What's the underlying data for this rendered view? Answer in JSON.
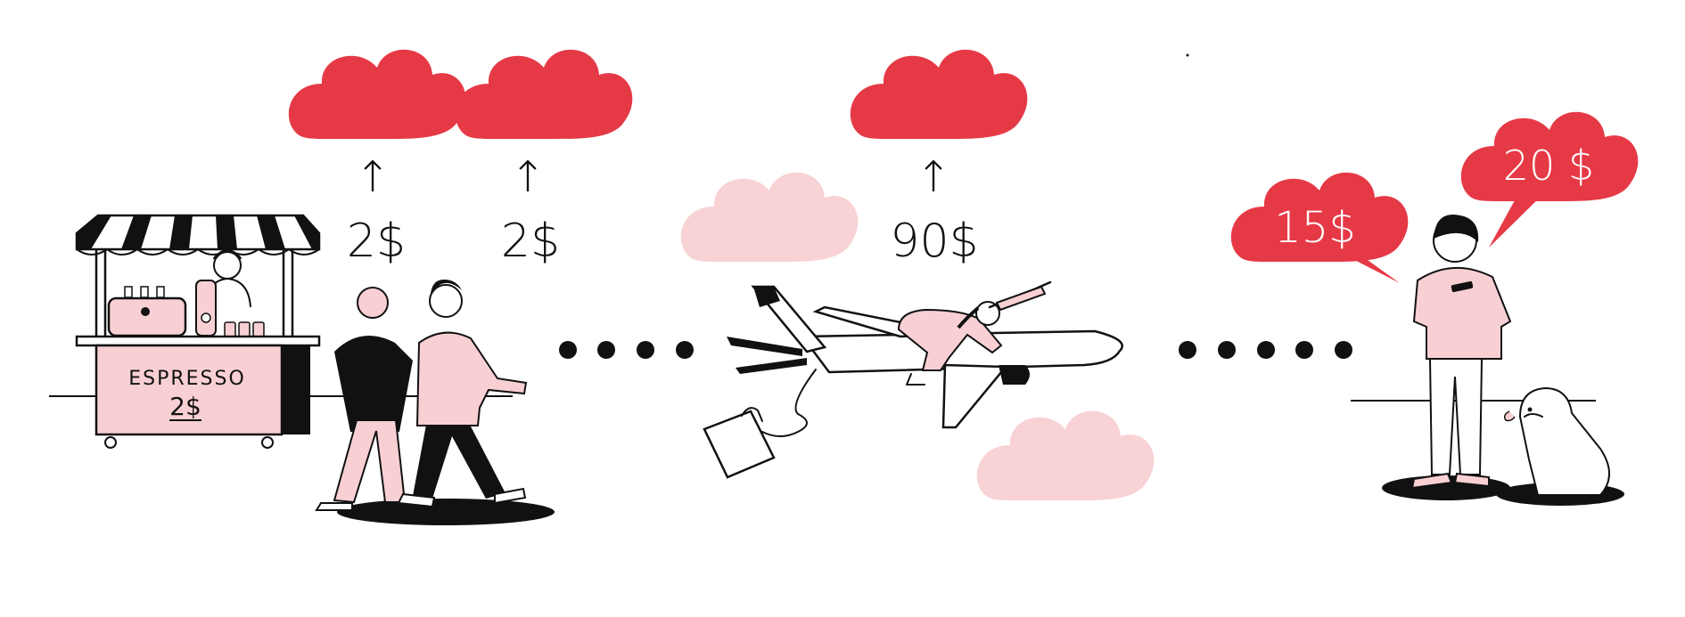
{
  "colors": {
    "cloud_red": "#e63946",
    "cloud_pink": "#f8d2d4",
    "figure_pink": "#f8d0d3",
    "ink": "#111111",
    "background": "#ffffff"
  },
  "espresso_stand": {
    "sign_name": "ESPRESSO",
    "sign_price": "2$"
  },
  "transactions": [
    {
      "price": "2$",
      "arrow": "↑",
      "icon": "red-cloud-icon"
    },
    {
      "price": "2$",
      "arrow": "↑",
      "icon": "red-cloud-icon"
    },
    {
      "price": "90$",
      "arrow": "↑",
      "icon": "red-cloud-icon"
    }
  ],
  "speech_bubbles": [
    {
      "text": "15$"
    },
    {
      "text": "20 $"
    }
  ],
  "dot_separators": [
    {
      "count": 4
    },
    {
      "count": 5
    }
  ]
}
